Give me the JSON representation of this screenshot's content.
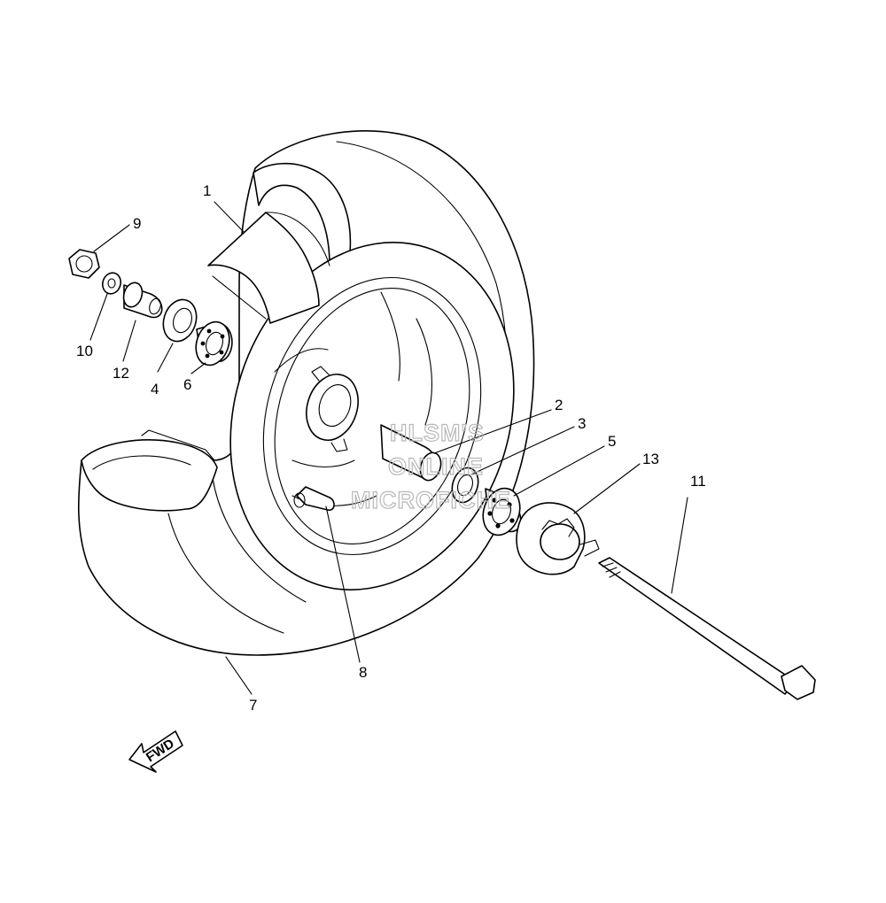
{
  "callouts": [
    {
      "id": "c1",
      "label": "1"
    },
    {
      "id": "c2",
      "label": "2"
    },
    {
      "id": "c3",
      "label": "3"
    },
    {
      "id": "c4",
      "label": "4"
    },
    {
      "id": "c5",
      "label": "5"
    },
    {
      "id": "c6",
      "label": "6"
    },
    {
      "id": "c7",
      "label": "7"
    },
    {
      "id": "c8",
      "label": "8"
    },
    {
      "id": "c9",
      "label": "9"
    },
    {
      "id": "c10",
      "label": "10"
    },
    {
      "id": "c11",
      "label": "11"
    },
    {
      "id": "c12",
      "label": "12"
    },
    {
      "id": "c13",
      "label": "13"
    }
  ],
  "direction_marker": {
    "label": "FWD"
  },
  "watermark": {
    "lines": [
      "HLSM'S",
      "ONLINE",
      "MICROFICHE"
    ]
  }
}
